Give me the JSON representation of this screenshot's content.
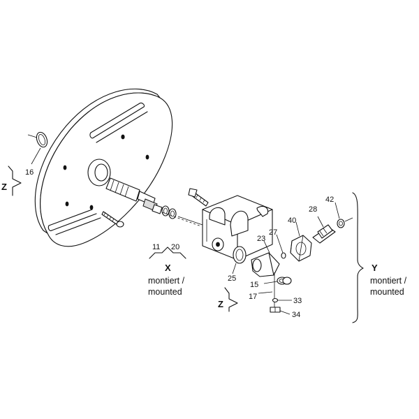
{
  "callouts": {
    "c16": "16",
    "c11": "11",
    "c20": "20",
    "c25": "25",
    "c23": "23",
    "c27": "27",
    "c40": "40",
    "c28": "28",
    "c42": "42",
    "c15": "15",
    "c17": "17",
    "c33": "33",
    "c34": "34"
  },
  "groups": {
    "x": {
      "letter": "X",
      "line1": "montiert /",
      "line2": "mounted"
    },
    "y": {
      "letter": "Y",
      "line1": "montiert /",
      "line2": "mounted"
    },
    "z_left": {
      "letter": "Z"
    },
    "z_mid": {
      "letter": "Z"
    }
  }
}
